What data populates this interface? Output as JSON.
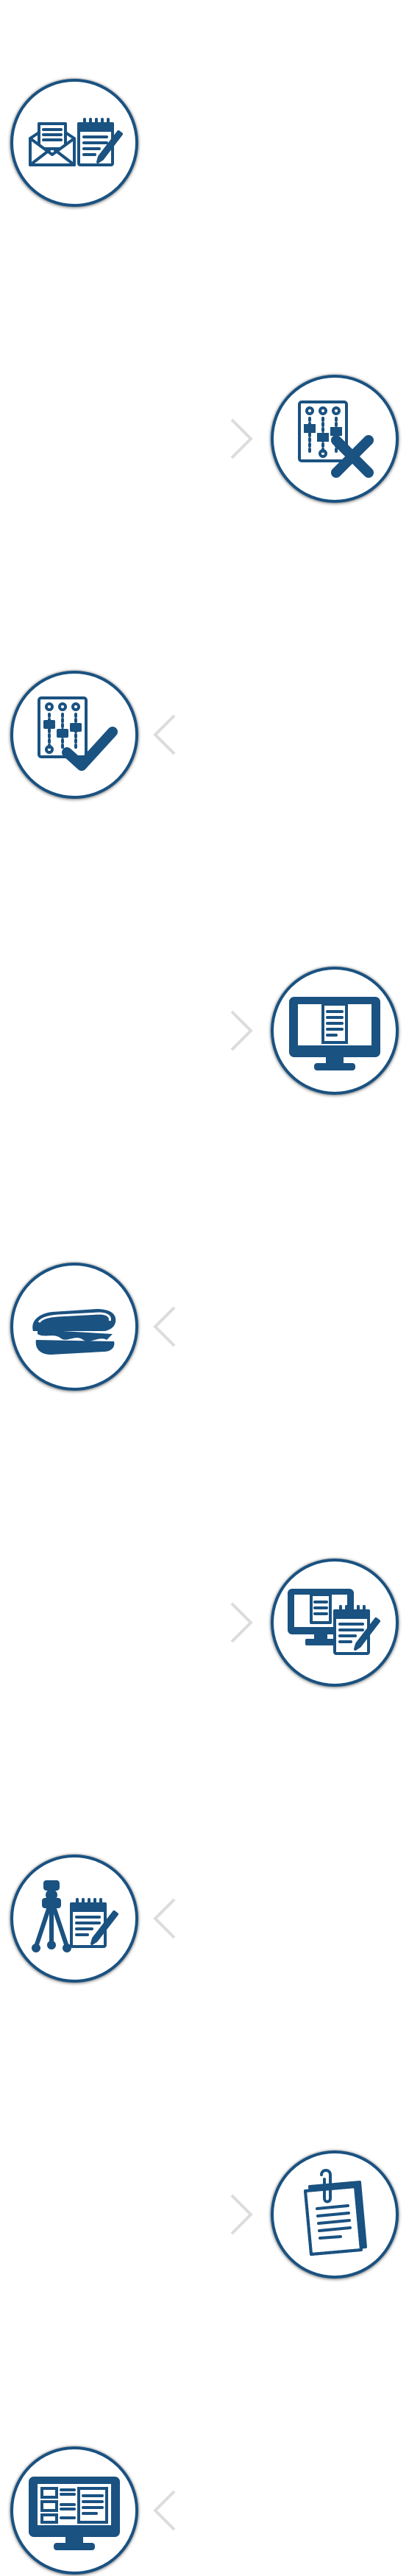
{
  "colors": {
    "icon": "#1a5281",
    "ring": "#1a5281",
    "connector": "#dcdcdc",
    "background": "#ffffff"
  },
  "steps": [
    {
      "side": "left",
      "icon": "envelope-and-notepad-icon"
    },
    {
      "side": "right",
      "icon": "mixing-console-x-icon"
    },
    {
      "side": "left",
      "icon": "mixing-console-check-icon"
    },
    {
      "side": "right",
      "icon": "monitor-document-icon"
    },
    {
      "side": "left",
      "icon": "sandwich-icon"
    },
    {
      "side": "right",
      "icon": "monitor-and-notepad-icon"
    },
    {
      "side": "left",
      "icon": "tripod-and-notepad-icon"
    },
    {
      "side": "right",
      "icon": "clipped-documents-icon"
    },
    {
      "side": "left",
      "icon": "monitor-layout-icon"
    }
  ]
}
